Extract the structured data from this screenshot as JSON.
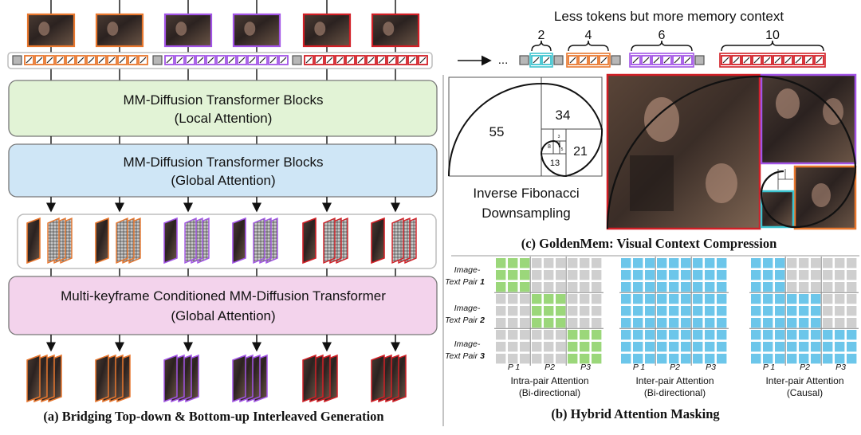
{
  "colors": {
    "orange": "#e8772e",
    "purple": "#a254e6",
    "red": "#d21f26",
    "cyan": "#3cc3cf",
    "gray_token": "#b7b7b7",
    "green_block": "#e2f3d6",
    "blue_block": "#cfe6f6",
    "pink_block": "#f3d3ec",
    "mask_green": "#9bd77a",
    "mask_blue": "#6cc6ea",
    "mask_gray": "#cfcfcf"
  },
  "left": {
    "block_local_line1": "MM-Diffusion Transformer Blocks",
    "block_local_line2": "(Local Attention)",
    "block_global_line1": "MM-Diffusion Transformer Blocks",
    "block_global_line2": "(Global Attention)",
    "block_multi_line1": "Multi-keyframe Conditioned MM-Diffusion Transformer",
    "block_multi_line2": "(Global Attention)",
    "caption": "(a) Bridging Top-down & Bottom-up Interleaved Generation"
  },
  "memory": {
    "title": "Less tokens but more memory context",
    "ellipsis": "...",
    "group_counts": [
      "2",
      "4",
      "6",
      "10"
    ]
  },
  "fibonacci": {
    "numbers": [
      "55",
      "34",
      "21",
      "13",
      "8",
      "5",
      "3"
    ],
    "label_line1": "Inverse Fibonacci",
    "label_line2": "Downsampling"
  },
  "caption_c": "(c) GoldenMem: Visual Context Compression",
  "masks": {
    "row_labels": [
      {
        "line1": "Image-",
        "line2": "Text Pair",
        "num": "1"
      },
      {
        "line1": "Image-",
        "line2": "Text Pair",
        "num": "2"
      },
      {
        "line1": "Image-",
        "line2": "Text Pair",
        "num": "3"
      }
    ],
    "col_labels": [
      "P 1",
      "P2",
      "P3"
    ],
    "panels": [
      {
        "line1": "Intra-pair Attention",
        "line2": "(Bi-directional)",
        "type": "intra"
      },
      {
        "line1": "Inter-pair Attention",
        "line2": "(Bi-directional)",
        "type": "inter_bi"
      },
      {
        "line1": "Inter-pair Attention",
        "line2": "(Causal)",
        "type": "causal"
      }
    ],
    "caption": "(b) Hybrid Attention Masking"
  }
}
